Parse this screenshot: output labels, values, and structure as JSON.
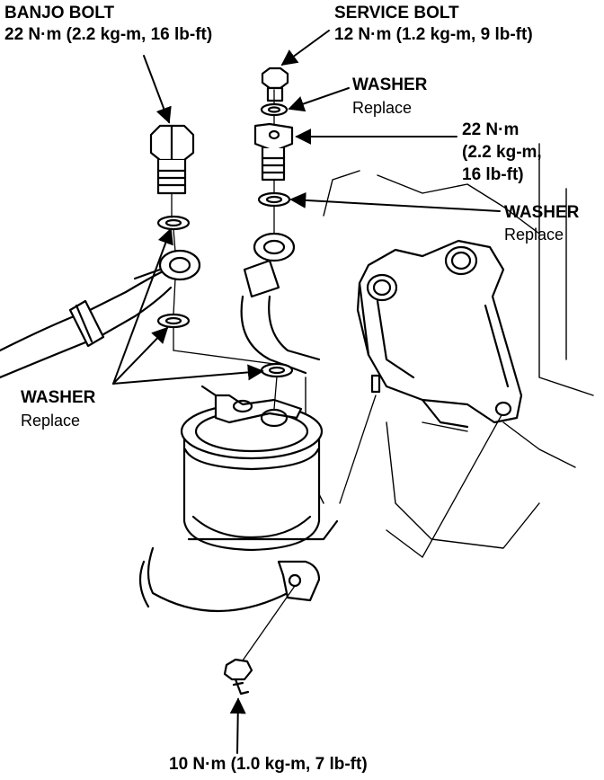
{
  "labels": {
    "banjo_bolt_title": "BANJO BOLT",
    "banjo_bolt_torque": "22 N·m (2.2 kg-m, 16 lb-ft)",
    "service_bolt_title": "SERVICE BOLT",
    "service_bolt_torque": "12 N·m (1.2 kg-m, 9 lb-ft)",
    "washer_top": "WASHER",
    "washer_top_note": "Replace",
    "torque_22_line1": "22 N·m",
    "torque_22_line2": "(2.2 kg-m,",
    "torque_22_line3": "16 lb-ft)",
    "washer_right": "WASHER",
    "washer_right_note": "Replace",
    "washer_left": "WASHER",
    "washer_left_note": "Replace",
    "bottom_torque": "10 N·m (1.0 kg-m, 7 lb-ft)"
  },
  "colors": {
    "ink": "#000000",
    "paper": "#ffffff"
  }
}
